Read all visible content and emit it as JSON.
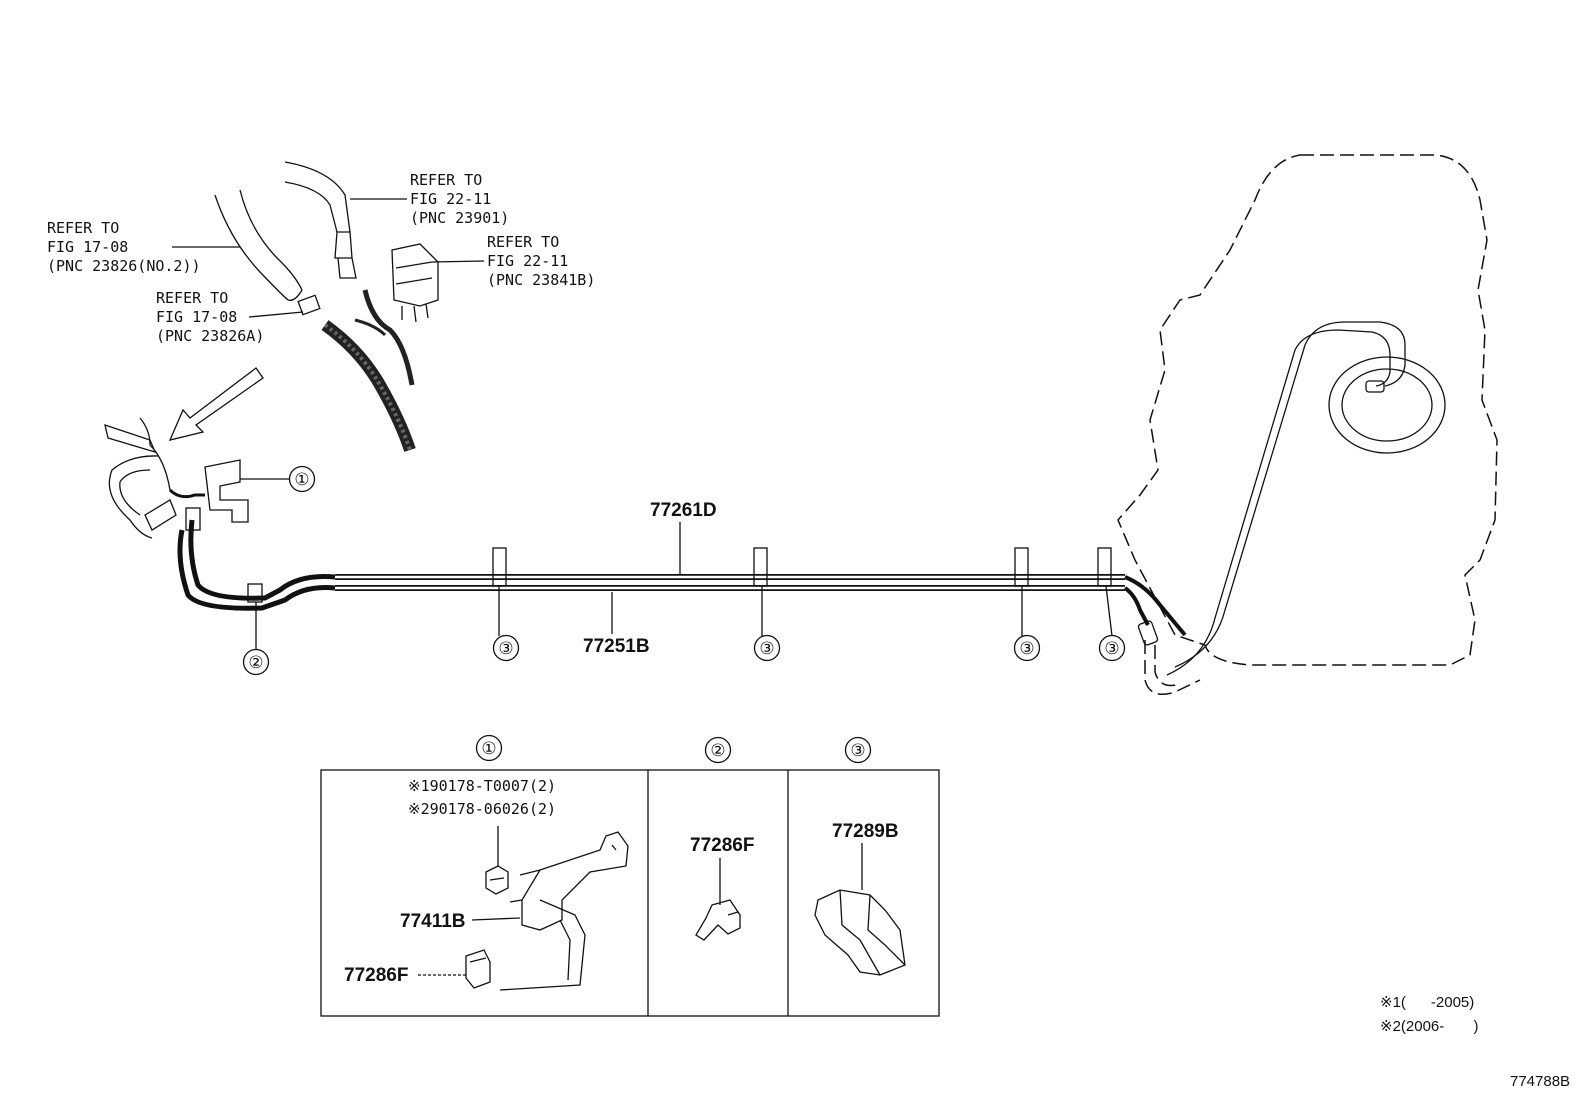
{
  "references": {
    "ref1": {
      "line1": "REFER TO",
      "line2": "FIG 22-11",
      "line3": "(PNC 23901)"
    },
    "ref2": {
      "line1": "REFER TO",
      "line2": "FIG 22-11",
      "line3": "(PNC 23841B)"
    },
    "ref3": {
      "line1": "REFER TO",
      "line2": "FIG 17-08",
      "line3": "(PNC 23826(NO.2))"
    },
    "ref4": {
      "line1": "REFER TO",
      "line2": "FIG 17-08",
      "line3": "(PNC 23826A)"
    }
  },
  "parts": {
    "upper_tube": "77261D",
    "lower_tube": "77251B",
    "clamp_bracket": "77411B",
    "clamp_1": "77286F",
    "clamp_2": "77286F",
    "clamp_3": "77289B",
    "bolt_1": "※190178-T0007(2)",
    "bolt_2": "※290178-06026(2)"
  },
  "callouts": {
    "c1": "①",
    "c2": "②",
    "c3": "③",
    "detail_1": "①",
    "detail_2": "②",
    "detail_3": "③"
  },
  "notes": {
    "note1": "※1(      -2005)",
    "note2": "※2(2006-       )"
  },
  "figure_id": "774788B"
}
